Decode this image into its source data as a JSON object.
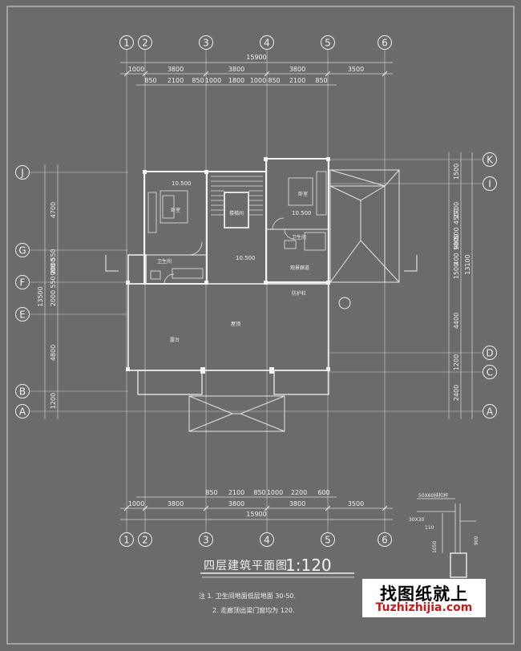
{
  "plan": {
    "title": "四层建筑平面图",
    "scale": "1:120",
    "notes": [
      "注  1. 卫生间地面低层地面  30-50.",
      "2. 走廊顶出梁门窗均为  120."
    ]
  },
  "grid": {
    "columns": [
      "1",
      "2",
      "3",
      "4",
      "5",
      "6"
    ],
    "rows_left": [
      "J",
      "G",
      "F",
      "E",
      "B",
      "A"
    ],
    "rows_right": [
      "K",
      "I",
      "D",
      "C",
      "A"
    ]
  },
  "dimensions": {
    "top_total": "15900",
    "top_row1": [
      "1000",
      "3800",
      "3800",
      "3800",
      "3500"
    ],
    "top_row2": [
      "850",
      "2100",
      "850",
      "1000",
      "1800",
      "1000",
      "850",
      "2100",
      "850"
    ],
    "bottom_row2": [
      "850",
      "2100",
      "850",
      "1000",
      "2200",
      "600"
    ],
    "bottom_row1": [
      "1000",
      "3800",
      "3800",
      "3800",
      "3500"
    ],
    "bottom_total": "15900",
    "left_total": "13500",
    "left_segments": [
      "4700",
      "2000",
      "550",
      "900",
      "550",
      "2000",
      "4800",
      "1200"
    ],
    "right_total": "13100",
    "right_segments": [
      "1500",
      "2700",
      "4500",
      "400",
      "900",
      "500",
      "1800",
      "1500",
      "4400",
      "1200",
      "2400"
    ]
  },
  "rooms": {
    "bedroom_left": "卧室",
    "bedroom_right": "卧室",
    "stair": "楼梯间",
    "bath_left": "卫生间",
    "bath_right": "卫生间",
    "corridor": "观景廊道",
    "terrace": "露台",
    "roof_terrace": "屋顶",
    "guard": "防护栏"
  },
  "levels": {
    "level_a": "10.500",
    "level_b": "10.500",
    "level_c": "10.500"
  },
  "detail": {
    "railing_label": "50X60扶栏杆",
    "post_label": "30X30",
    "dim_a": "110",
    "dim_b": "1050",
    "dim_c": "900"
  },
  "watermark": {
    "cn": "找图纸就上",
    "en": "Tuzhizhijia.com"
  }
}
